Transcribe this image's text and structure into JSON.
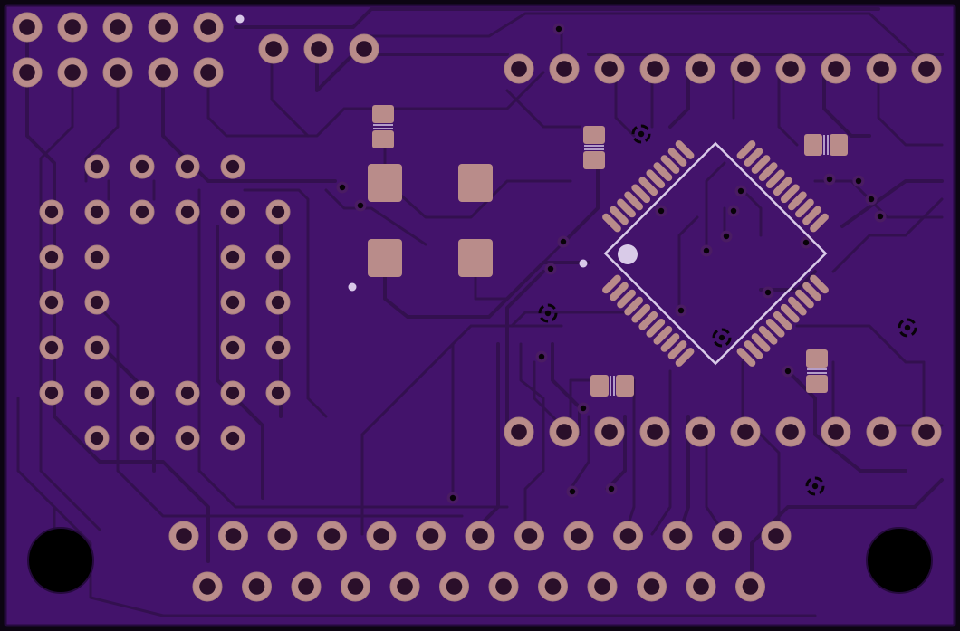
{
  "board": {
    "colors": {
      "background": "#0c0512",
      "substrate": "#43136b",
      "edge": "#250a3d",
      "trace": "#33104f",
      "pad": "#b98c8a",
      "pad_ring": "#a8807e",
      "hole": "#2a0f2a",
      "via_ring": "#4a1c63",
      "via_hole": "#080308",
      "silk": "#d9cbe8",
      "mount_hole": "#000000",
      "fiducial": "#d8c8e8"
    },
    "components": {
      "header_top_left": "header-top-left",
      "header_top_mid": "header-top-mid",
      "header_top_right": "header-top-right",
      "header_mid_right": "header-mid-right",
      "header_bottom_row1": "header-bottom-row1",
      "header_bottom_row2": "header-bottom-row2",
      "pin_grid_left": "pin-grid-left",
      "qfp_chip": "qfp-chip",
      "crystal": "crystal-pads",
      "passives": "passive-components",
      "mount_holes": "mounting-holes",
      "vias": "vias",
      "traces": "copper-traces"
    }
  }
}
